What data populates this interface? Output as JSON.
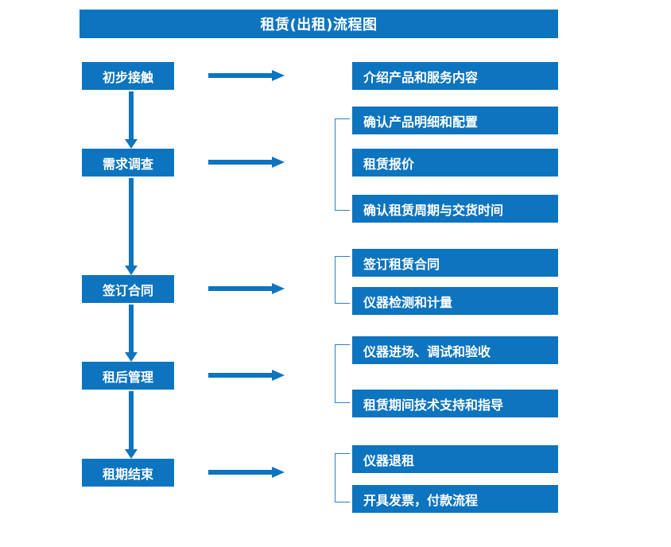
{
  "diagram": {
    "title": "租赁(出租)流程图",
    "theme_color": "#0d74bf",
    "bracket_color": "#2f7fc0",
    "text_color": "#ffffff",
    "background": "#ffffff"
  },
  "stages": [
    {
      "label": "初步接触"
    },
    {
      "label": "需求调查"
    },
    {
      "label": "签订合同"
    },
    {
      "label": "租后管理"
    },
    {
      "label": "租期结束"
    }
  ],
  "details": [
    {
      "label": "介绍产品和服务内容"
    },
    {
      "label": "确认产品明细和配置"
    },
    {
      "label": "租赁报价"
    },
    {
      "label": "确认租赁周期与交货时间"
    },
    {
      "label": "签订租赁合同"
    },
    {
      "label": "仪器检测和计量"
    },
    {
      "label": "仪器进场、调试和验收"
    },
    {
      "label": "租赁期间技术支持和指导"
    },
    {
      "label": "仪器退租"
    },
    {
      "label": "开具发票，付款流程"
    }
  ],
  "groups": [
    {
      "stage": "需求调查",
      "details": [
        "确认产品明细和配置",
        "租赁报价",
        "确认租赁周期与交货时间"
      ]
    },
    {
      "stage": "签订合同",
      "details": [
        "签订租赁合同",
        "仪器检测和计量"
      ]
    },
    {
      "stage": "租后管理",
      "details": [
        "仪器进场、调试和验收",
        "租赁期间技术支持和指导"
      ]
    },
    {
      "stage": "租期结束",
      "details": [
        "仪器退租",
        "开具发票，付款流程"
      ]
    }
  ],
  "flow_sequence": [
    "初步接触",
    "需求调查",
    "签订合同",
    "租后管理",
    "租期结束"
  ]
}
